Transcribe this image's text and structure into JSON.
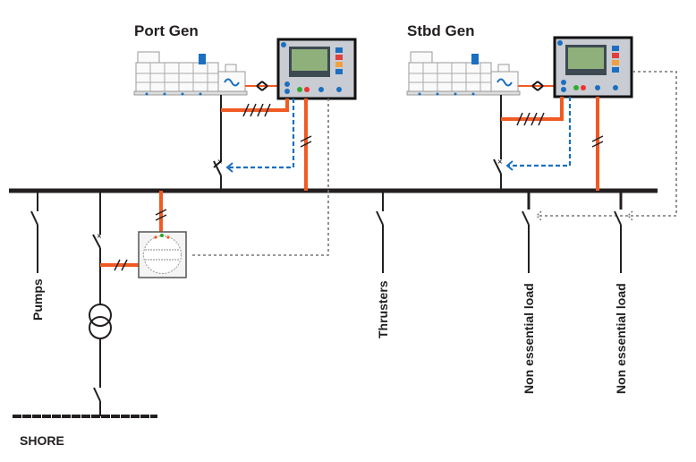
{
  "generators": [
    {
      "title": "Port Gen"
    },
    {
      "title": "Stbd Gen"
    }
  ],
  "feeders": {
    "pumps": "Pumps",
    "thrusters": "Thrusters",
    "non_essential_1": "Non essential load",
    "non_essential_2": "Non essential load"
  },
  "shore": {
    "label": "SHORE"
  },
  "colors": {
    "power_line": "#f15a22",
    "control_line": "#1a6fc0",
    "signal_line": "#777777",
    "busbar": "#231f20"
  }
}
